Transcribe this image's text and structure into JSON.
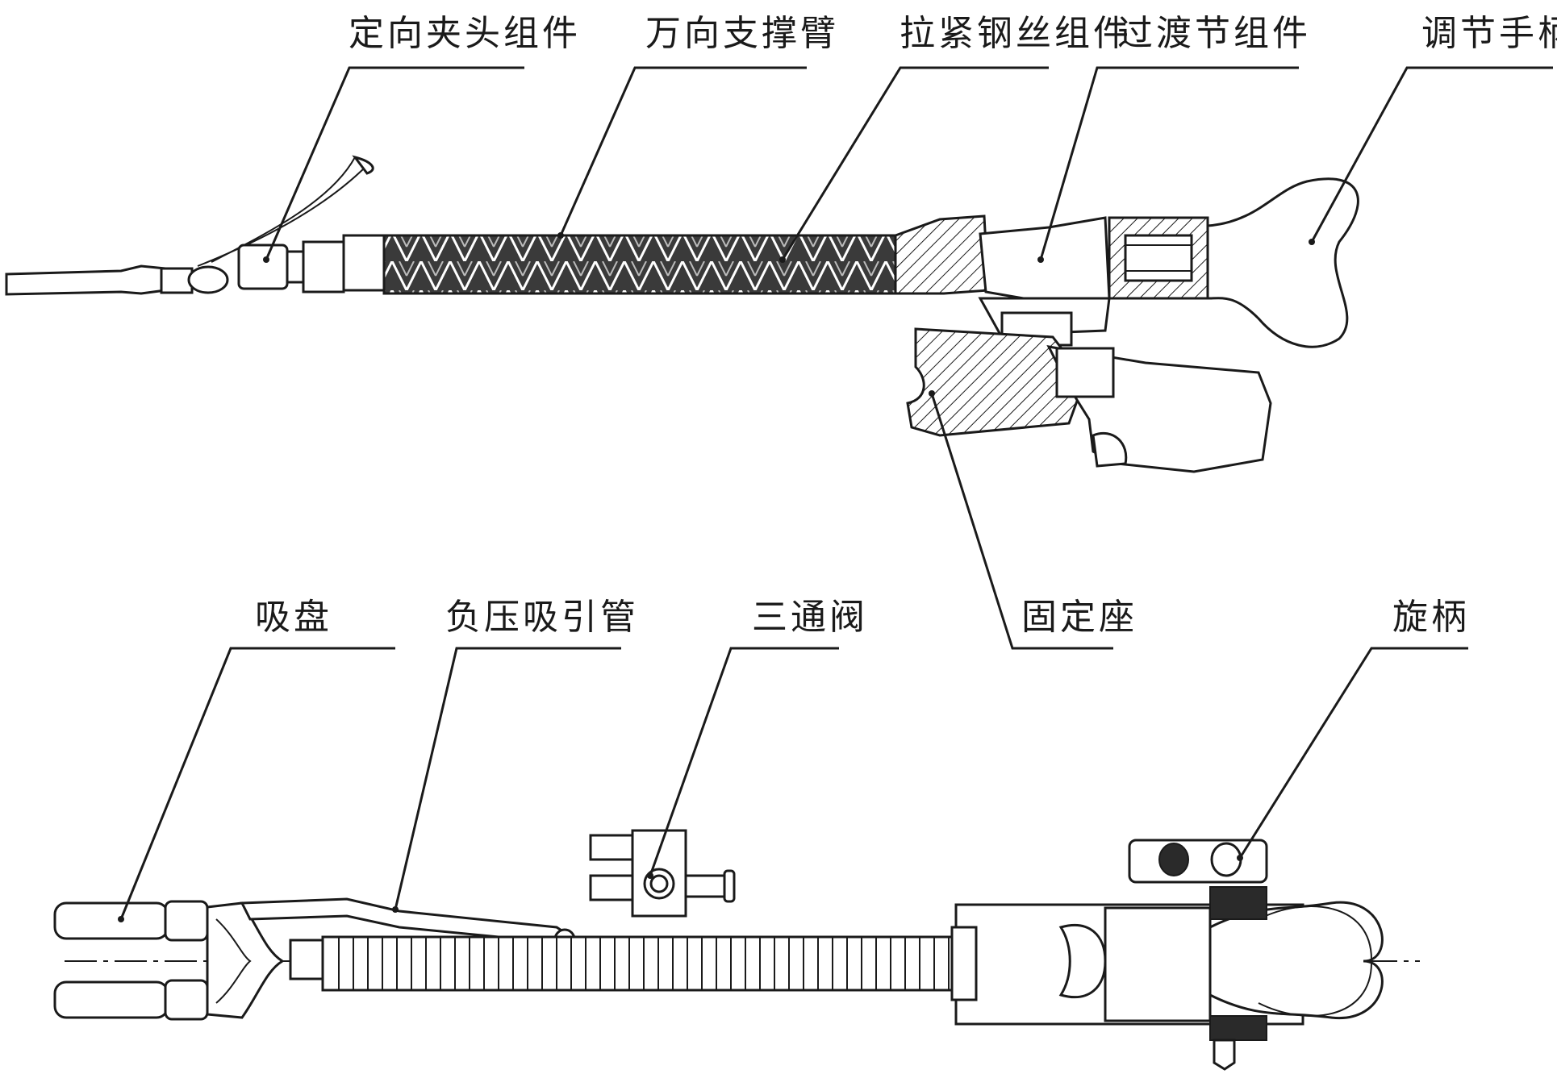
{
  "labels": {
    "directional_clamp": "定向夹头组件",
    "universal_arm": "万向支撑臂",
    "tension_wire": "拉紧钢丝组件",
    "transition": "过渡节组件",
    "handle": "调节手柄",
    "fixed_base": "固定座",
    "suction_cup": "吸盘",
    "vacuum_tube": "负压吸引管",
    "three_way_valve": "三通阀",
    "knob": "旋柄"
  }
}
